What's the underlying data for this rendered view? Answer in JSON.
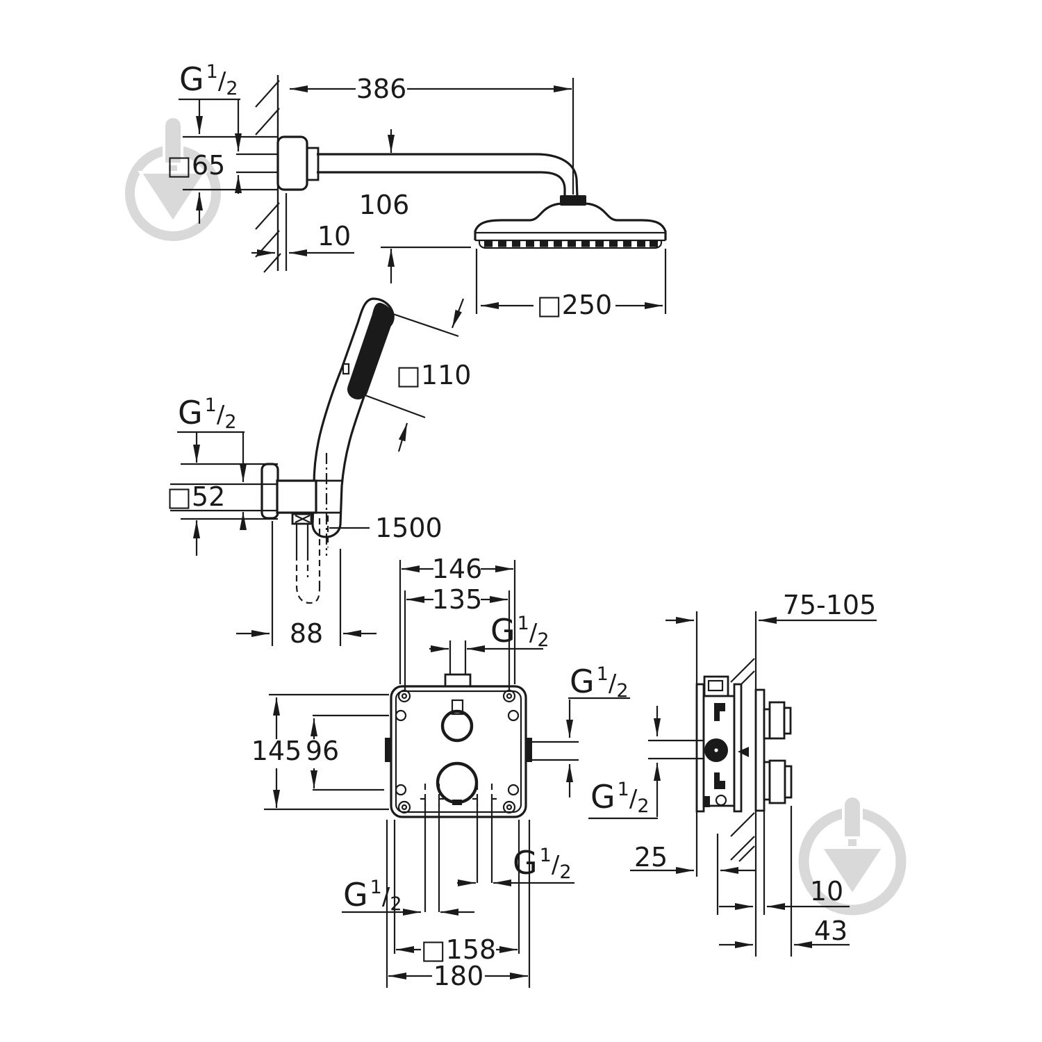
{
  "colors": {
    "ink": "#1a1a1a",
    "watermark": "#d9d9d9",
    "background": "#ffffff"
  },
  "thread_label": {
    "prefix": "G",
    "numerator": "1",
    "slash": "/",
    "denominator": "2"
  },
  "dimensions": {
    "head_view": {
      "arm_length": "386",
      "arm_escutcheon": "□65",
      "head_drop": "106",
      "wall_thickness": "10",
      "head_width": "□250"
    },
    "hand_shower_view": {
      "hand_shower_width": "□110",
      "holder_escutcheon": "□52",
      "hose_length": "1500",
      "holder_offset": "88"
    },
    "rough_in_box_view": {
      "box_width": "146",
      "screw_spacing_width": "135",
      "box_height": "145",
      "screw_spacing_height": "96",
      "trim_plate": "□158",
      "trim_plate_outer": "180"
    },
    "side_view": {
      "install_depth_range": "75-105",
      "box_front_depth": "25",
      "finished_wall_thickness": "10",
      "handle_depth": "43"
    }
  }
}
